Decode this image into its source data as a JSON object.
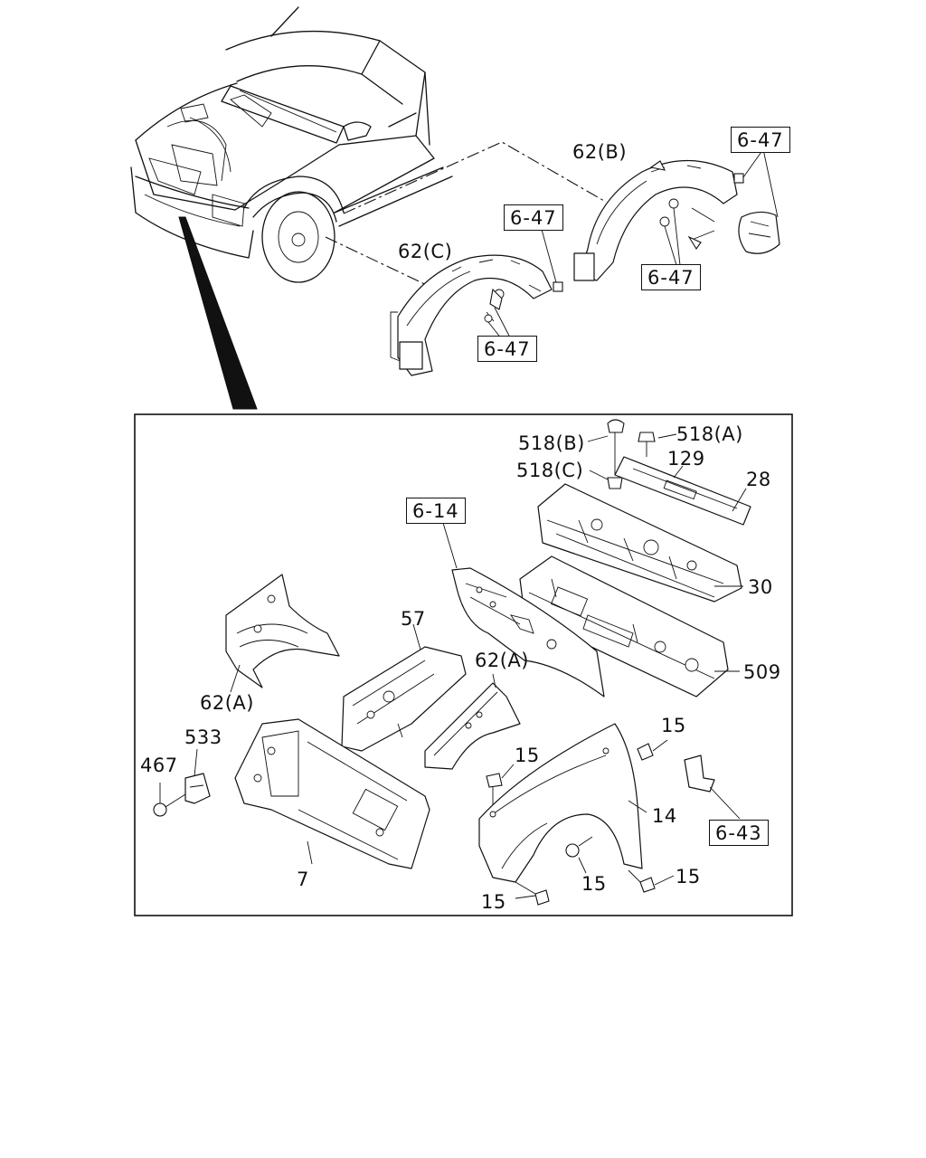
{
  "diagram": {
    "callouts": {
      "c62b_top": "62(B)",
      "c62c_top": "62(C)",
      "ref_647_a": "6-47",
      "ref_647_b": "6-47",
      "ref_647_c": "6-47",
      "ref_647_d": "6-47",
      "c518b": "518(B)",
      "c518a": "518(A)",
      "c518c": "518(C)",
      "c129": "129",
      "c28": "28",
      "ref_614": "6-14",
      "c30": "30",
      "c509": "509",
      "c57": "57",
      "c62a_left": "62(A)",
      "c62a_mid": "62(A)",
      "c533": "533",
      "c467": "467",
      "c7": "7",
      "c15_a": "15",
      "c15_b": "15",
      "c15_c": "15",
      "c15_d": "15",
      "c15_e": "15",
      "c14": "14",
      "ref_643": "6-43"
    }
  }
}
